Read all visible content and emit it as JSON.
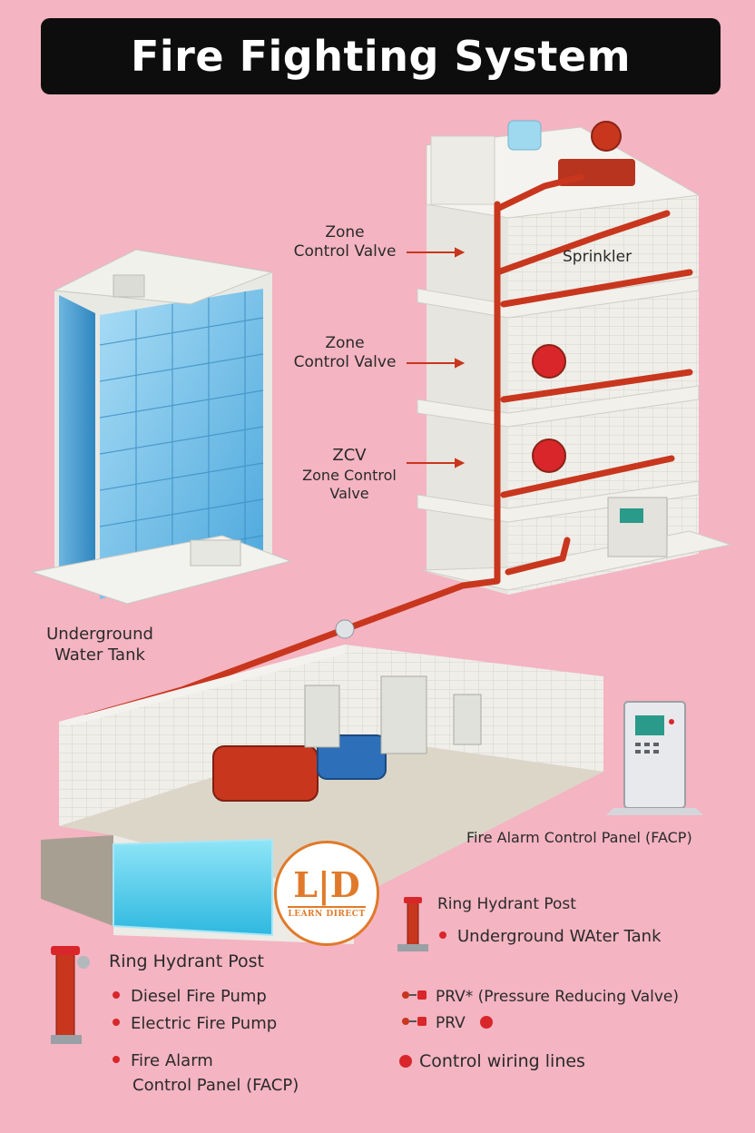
{
  "title": "Fire Fighting System",
  "callouts": {
    "zone_valve_1": {
      "line1": "Zone",
      "line2": "Control Valve"
    },
    "zone_valve_2": {
      "line1": "Zone",
      "line2": "Control Valve"
    },
    "zcv": {
      "line1": "ZCV",
      "line2": "Zone Control",
      "line3": "Valve"
    },
    "sprinkler": "Sprinkler",
    "underground_tank": {
      "line1": "Underground",
      "line2": "Water Tank"
    },
    "facp": "Fire Alarm Control Panel (FACP)"
  },
  "logo": {
    "mark": "L|D",
    "sub": "LEARN DIRECT"
  },
  "legend_left": {
    "heading": "Ring Hydrant Post",
    "items": [
      "Diesel Fire Pump",
      "Electric Fire Pump"
    ],
    "facp_line1": "Fire  Alarm",
    "facp_line2": "Control Panel (FACP)"
  },
  "legend_right": {
    "ring_hydrant": "Ring Hydrant Post",
    "underground_tank": "Underground WAter Tank",
    "prv_long": "PRV* (Pressure Reducing Valve)",
    "prv_short": "PRV",
    "wiring": "Control wiring lines"
  },
  "colors": {
    "background": "#f4b4c1",
    "pipe": "#c8361e",
    "accent_red": "#d8262b",
    "glass": "#7fc3e8",
    "water": "#5fd0ee",
    "concrete": "#ecebe6",
    "logo_orange": "#e07a2a"
  }
}
